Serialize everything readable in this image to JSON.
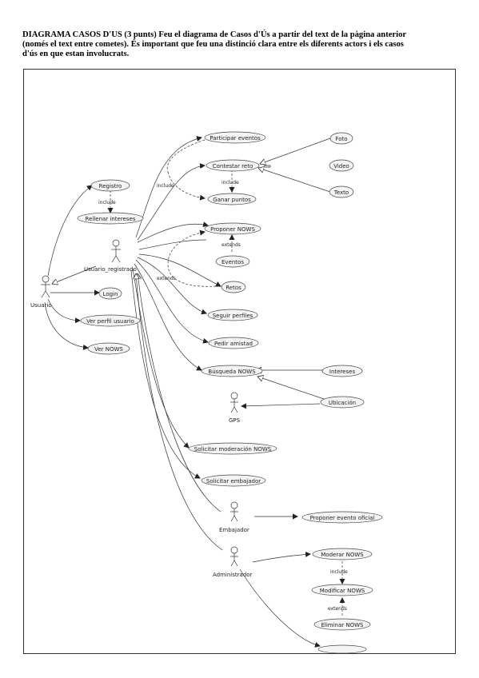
{
  "header": {
    "line1": "DIAGRAMA CASOS D'US (3 punts) Feu el diagrama de Casos d'Ús a partir del text de la pàgina anterior",
    "line2": "(només el text entre cometes). És important que feu una distinció clara entre els diferents actors i els casos",
    "line3": "d'ús en que estan involucrats."
  },
  "actors": {
    "usuario": "Usuario",
    "usuario_registrado": "Usuario_registrado",
    "gps": "GPS",
    "embajador": "Embajador",
    "administrador": "Administrador"
  },
  "use_cases": {
    "registro": "Registro",
    "rellenar_intereses": "Rellenar intereses",
    "login": "Login",
    "ver_perfil_usuario": "Ver perfil usuario",
    "ver_nows": "Ver NOWS",
    "participar_eventos": "Participar eventos",
    "contestar_reto": "Contestar reto",
    "ganar_puntos": "Ganar puntos",
    "foto": "Foto",
    "video": "Video",
    "texto": "Texto",
    "proponer_nows": "Proponer NOWS",
    "eventos": "Eventos",
    "retos": "Retos",
    "seguir_perfiles": "Seguir perfiles",
    "pedir_amistad": "Pedir amistad",
    "busqueda_nows": "Búsqueda NOWS",
    "intereses": "Intereses",
    "ubicacion": "Ubicación",
    "solicitar_moderacion": "Solicitar moderación NOWS",
    "solicitar_embajador": "Solicitar embajador",
    "proponer_evento_oficial": "Proponer evento oficial",
    "moderar_nows": "Moderar NOWS",
    "modificar_nows": "Modificar NOWS",
    "eliminar_nows": "Eliminar NOWS"
  },
  "relations": {
    "include": "include",
    "extends": "extends",
    "extends_short": "extends"
  }
}
